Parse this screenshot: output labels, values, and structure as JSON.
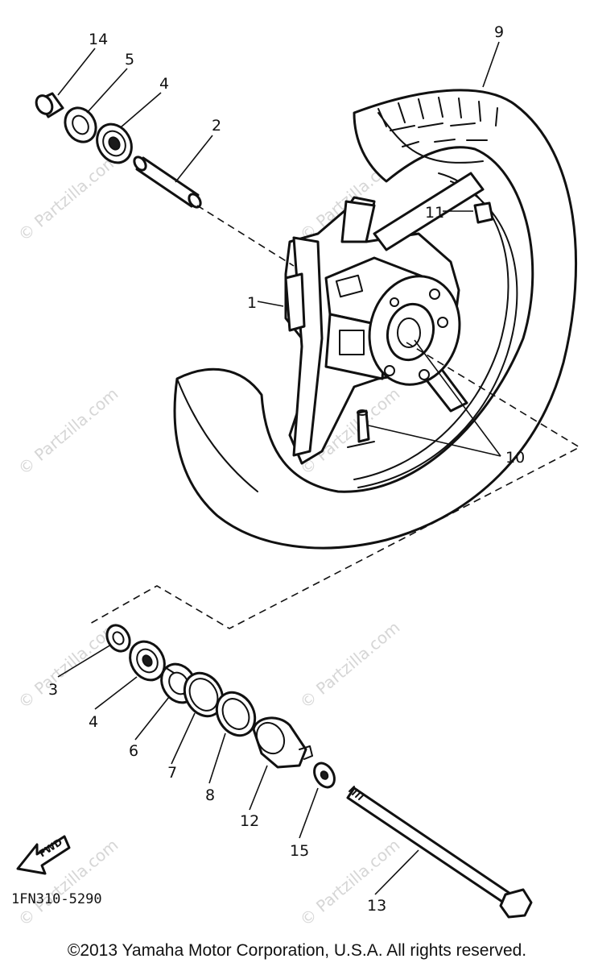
{
  "diagram": {
    "part_numbers": {
      "p1": "1",
      "p2": "2",
      "p3": "3",
      "p4a": "4",
      "p4b": "4",
      "p5": "5",
      "p6": "6",
      "p7": "7",
      "p8": "8",
      "p9": "9",
      "p10": "10",
      "p11": "11",
      "p12": "12",
      "p13": "13",
      "p14": "14",
      "p15": "15"
    },
    "figure_code": "1FN310-5290",
    "fwd_label": "FWD",
    "watermark": "© Partzilla.com"
  },
  "footer": {
    "copyright": "©2013 Yamaha Motor Corporation, U.S.A. All rights reserved."
  }
}
